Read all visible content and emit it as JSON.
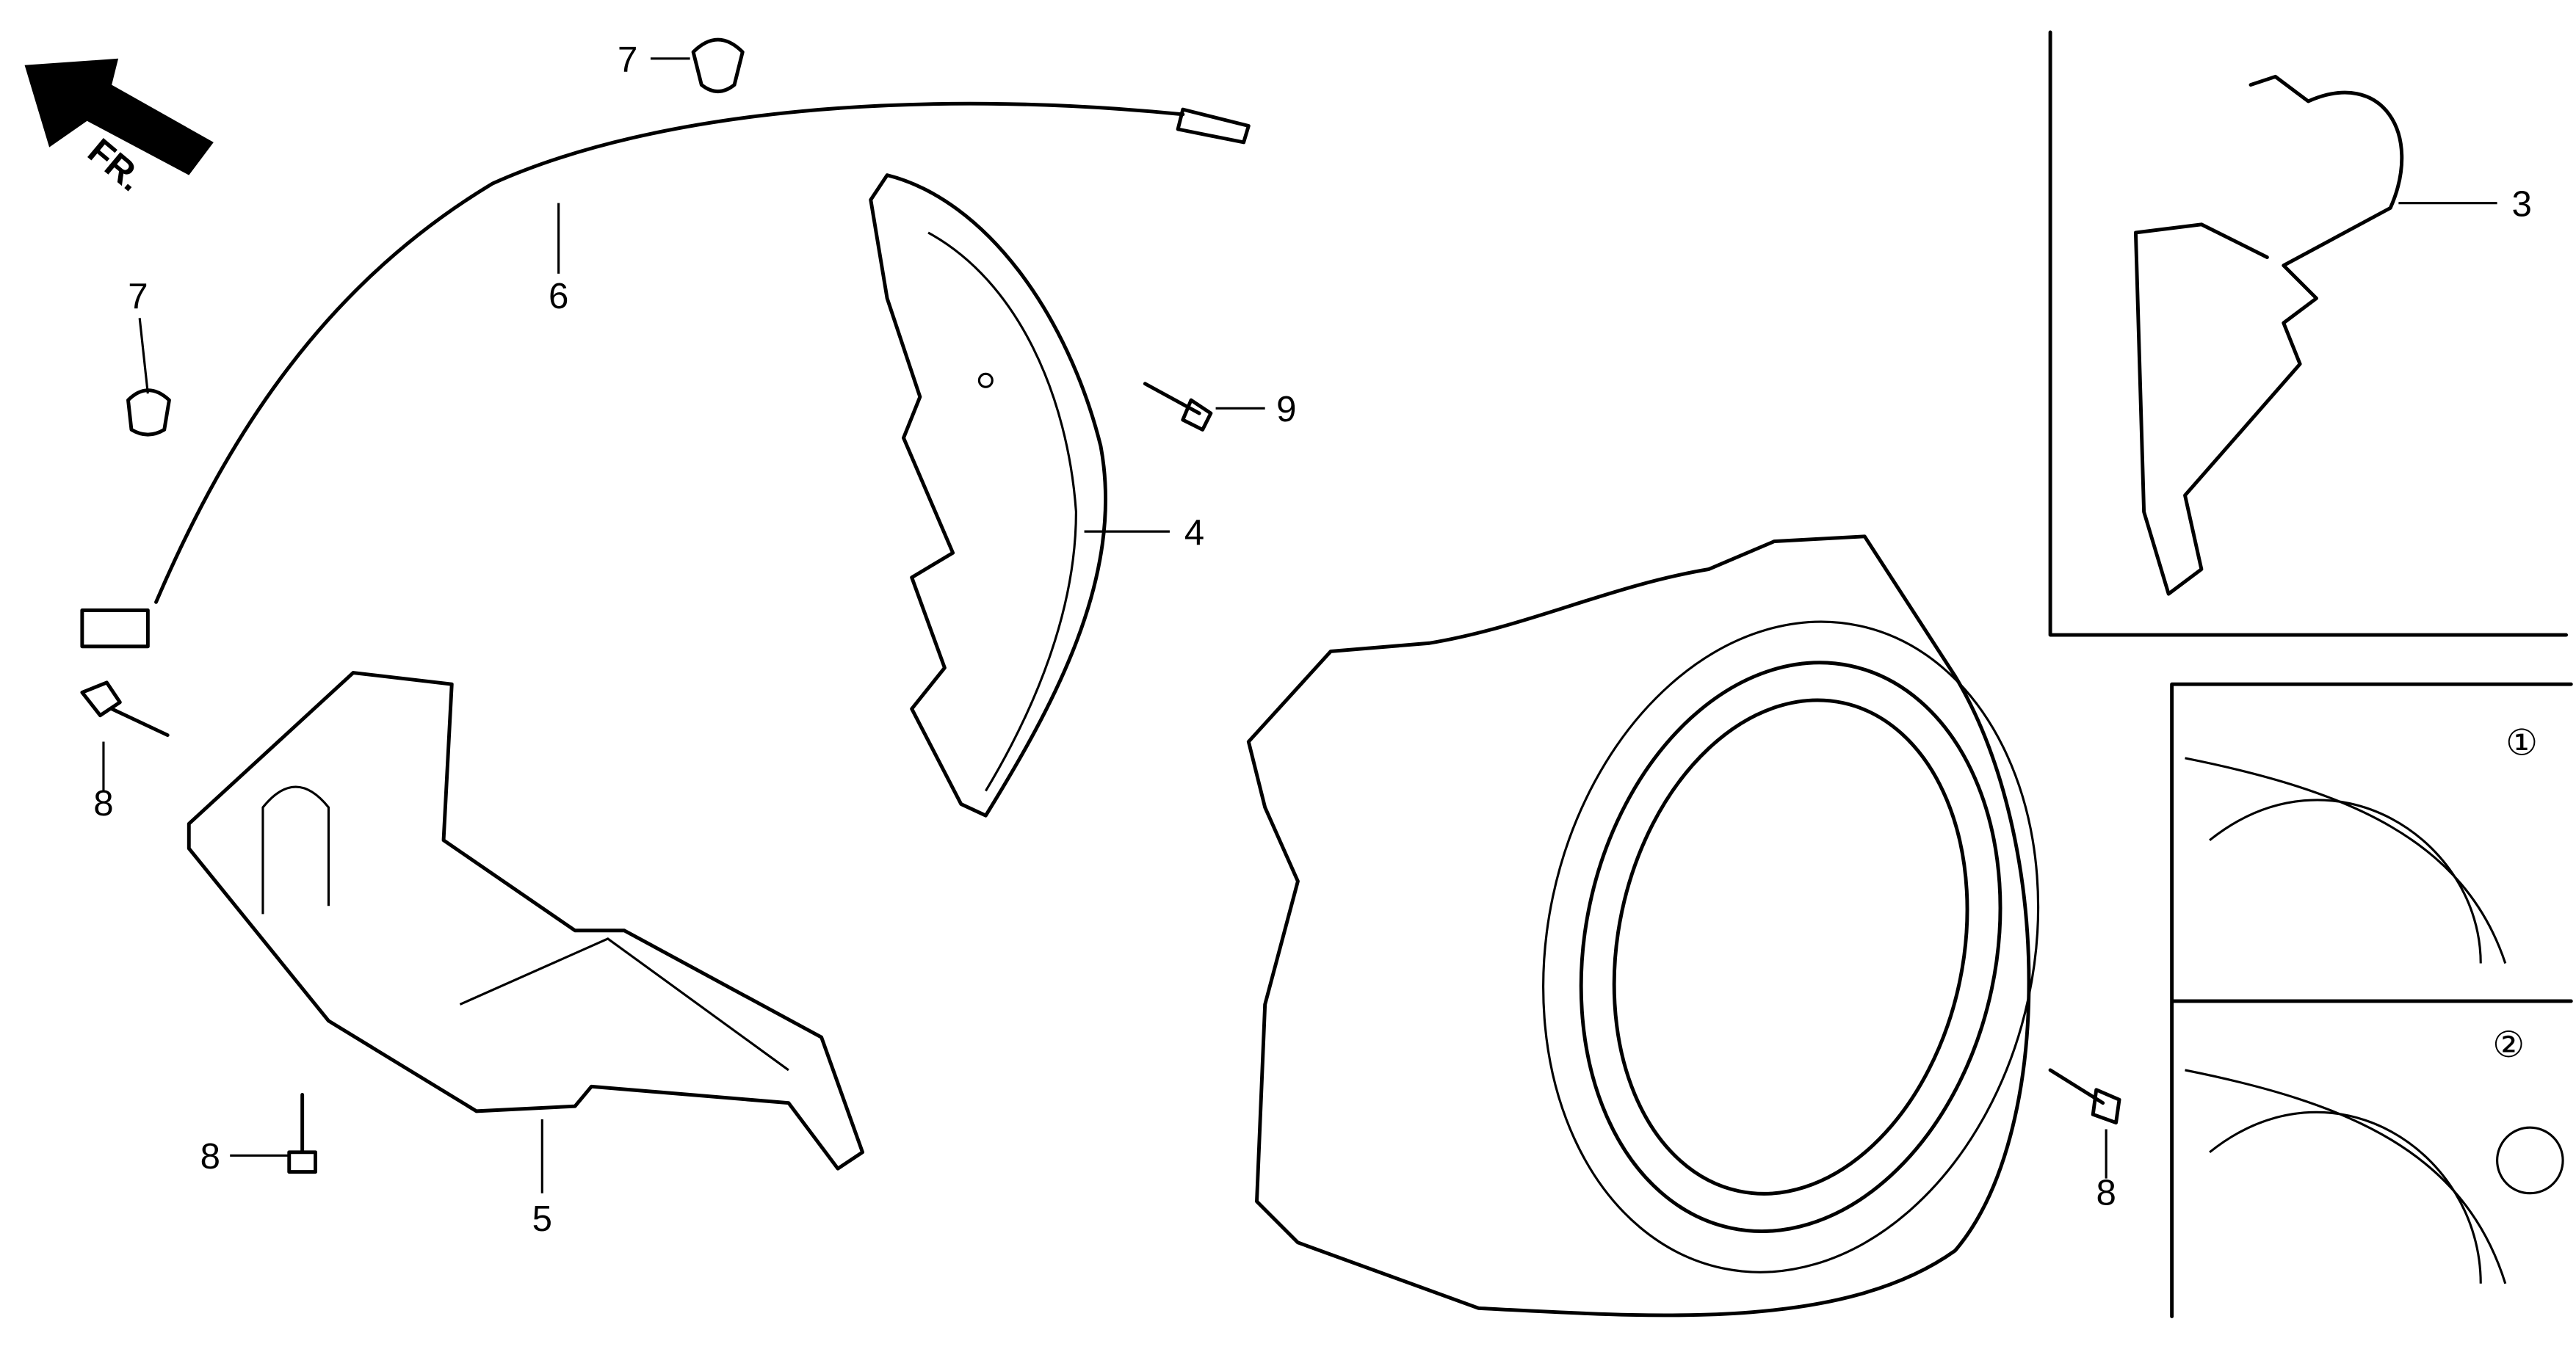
{
  "direction_indicator": {
    "label": "FR."
  },
  "callouts": {
    "clip_top": "7",
    "clip_left": "7",
    "cable": "6",
    "cover_inset": "3",
    "bolt_9": "9",
    "shroud_plate": "4",
    "bolt_left_upper": "8",
    "bolt_left_lower": "8",
    "lower_cover": "5",
    "bolt_right": "8"
  },
  "variants": {
    "first": "①",
    "second": "②"
  }
}
